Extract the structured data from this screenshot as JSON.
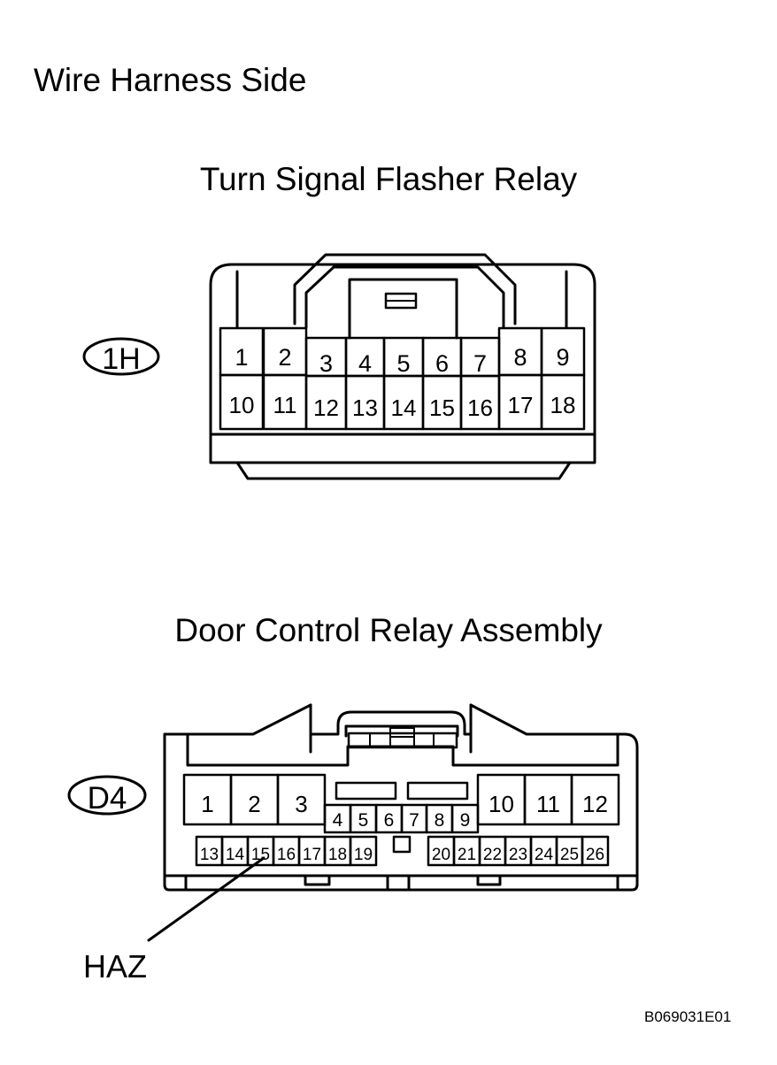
{
  "title": "Wire Harness Side",
  "figure_code": "B069031E01",
  "connectors": [
    {
      "name": "Turn Signal Flasher Relay",
      "label": "1H",
      "pins": [
        "1",
        "2",
        "3",
        "4",
        "5",
        "6",
        "7",
        "8",
        "9",
        "10",
        "11",
        "12",
        "13",
        "14",
        "15",
        "16",
        "17",
        "18"
      ]
    },
    {
      "name": "Door Control Relay Assembly",
      "label": "D4",
      "pins": [
        "1",
        "2",
        "3",
        "4",
        "5",
        "6",
        "7",
        "8",
        "9",
        "10",
        "11",
        "12",
        "13",
        "14",
        "15",
        "16",
        "17",
        "18",
        "19",
        "20",
        "21",
        "22",
        "23",
        "24",
        "25",
        "26"
      ],
      "callout": {
        "pin": "15",
        "text": "HAZ"
      }
    }
  ]
}
